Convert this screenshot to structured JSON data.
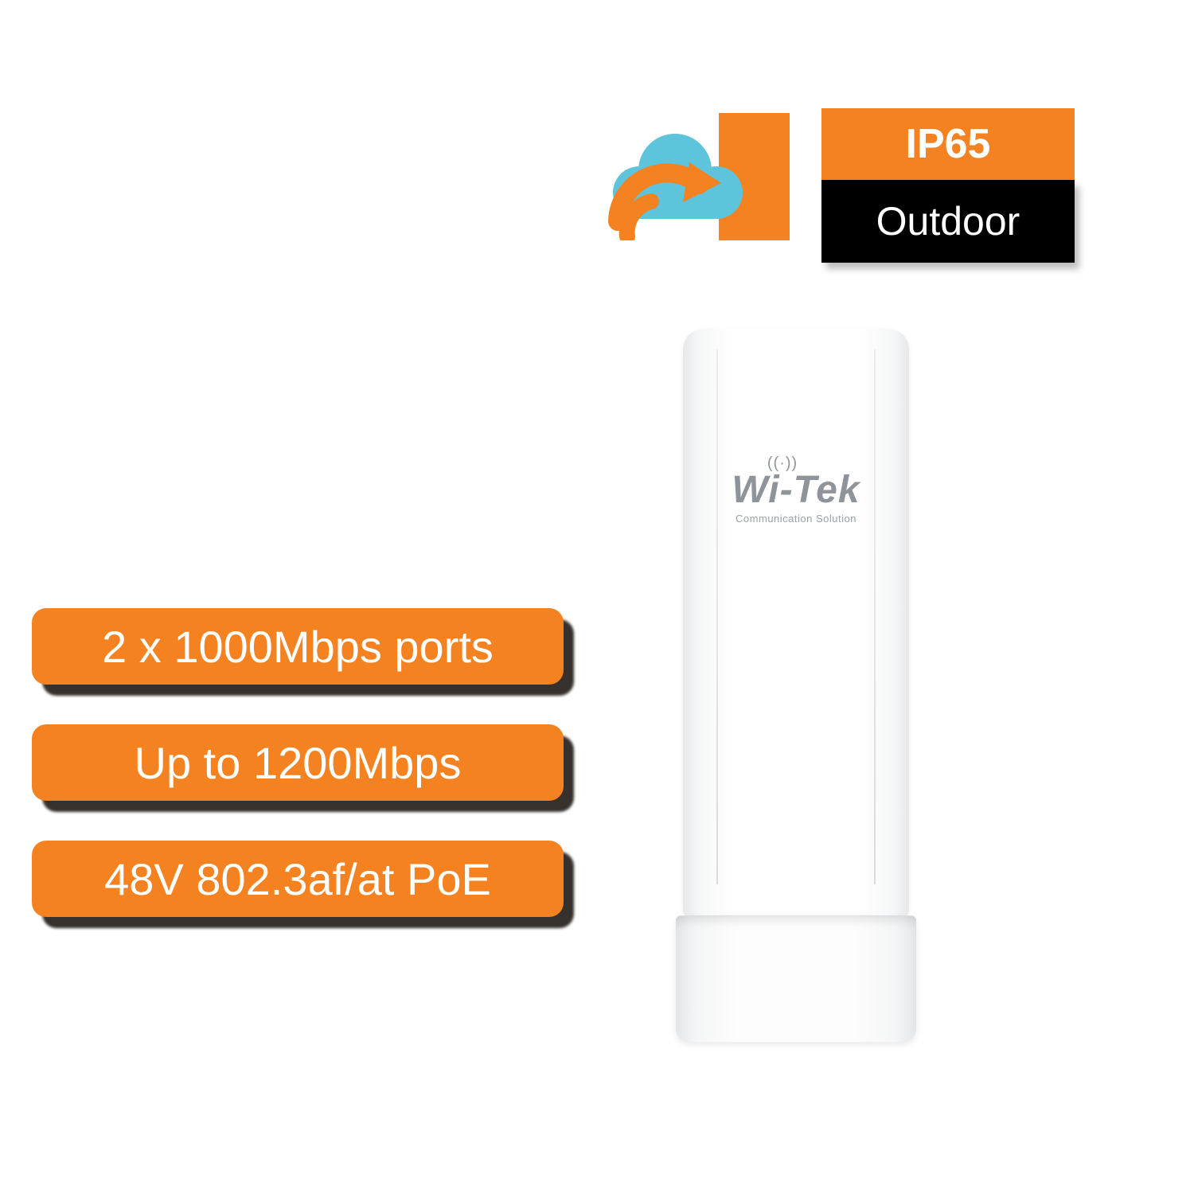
{
  "page": {
    "background": "#ffffff"
  },
  "cloud_icon": {
    "name": "cloud-management-icon",
    "teal": "#5EC4DB",
    "orange": "#F58220"
  },
  "badge": {
    "rating": "IP65",
    "environment": "Outdoor",
    "rating_bg": "#F58220",
    "environment_bg": "#000000",
    "text_color": "#ffffff"
  },
  "device": {
    "brand": "Wi-Tek",
    "tagline": "Communication Solution",
    "antenna_glyph": "((·))"
  },
  "features": {
    "pill_color": "#F58220",
    "text_color": "#ffffff",
    "items": [
      {
        "label": "2 x 1000Mbps ports"
      },
      {
        "label": "Up to 1200Mbps"
      },
      {
        "label": "48V 802.3af/at PoE"
      }
    ]
  }
}
